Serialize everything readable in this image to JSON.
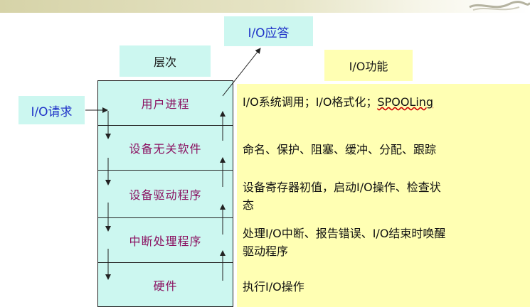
{
  "diagram": {
    "io_response": "I/O应答",
    "layers_header": "层次",
    "functions_header": "I/O功能",
    "io_request": "I/O请求",
    "layers": [
      {
        "name": "用户进程",
        "function": [
          "I/O系统调用；I/O格式化；",
          "SPOOLing"
        ]
      },
      {
        "name": "设备无关软件",
        "function": [
          "命名、保护、阻塞、缓冲、分配、跟踪"
        ]
      },
      {
        "name": "设备驱动程序",
        "function": [
          "设备寄存器初值，启动I/O操作、检查状",
          "态"
        ]
      },
      {
        "name": "中断处理程序",
        "function": [
          "处理I/O中断、报告错误、I/O结束时唤醒",
          "驱动程序"
        ]
      },
      {
        "name": "硬件",
        "function": [
          "执行I/O操作"
        ]
      }
    ]
  },
  "colors": {
    "cyan": "#ccf7f0",
    "yellow": "#ffffb3",
    "layer_text": "#8a1060",
    "io_label_text": "#1f32c8"
  }
}
